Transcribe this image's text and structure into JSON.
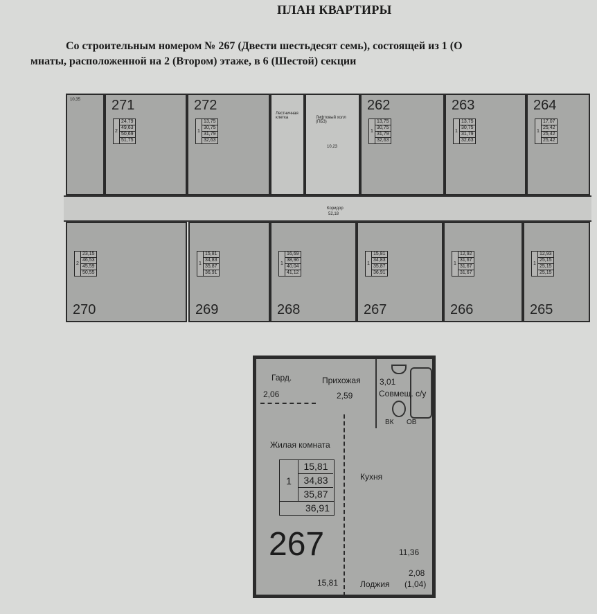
{
  "header": {
    "title": "ПЛАН КВАРТИРЫ",
    "line1": "Со строительным номером № 267 (Двести шестьдесят семь), состоящей из 1 (О",
    "line2": "мнаты, расположенной на 2 (Втором) этаже, в 6 (Шестой) секции"
  },
  "building": {
    "corridor_label": "Коридор",
    "corridor_area": "52,18",
    "stair_label": "Лестничная клетка",
    "lift_label": "Лифтовый холл (ПБЗ)",
    "lift_area": "10,23",
    "kitchen_left_area": "10,35",
    "top": [
      {
        "num": "271",
        "rooms": "2",
        "vals": [
          "24,79",
          "49,63",
          "50,69",
          "51,75"
        ]
      },
      {
        "num": "272",
        "rooms": "1",
        "vals": [
          "13,75",
          "30,75",
          "31,79",
          "32,63"
        ]
      },
      {
        "num": "262",
        "rooms": "1",
        "vals": [
          "13,75",
          "30,75",
          "31,79",
          "32,63"
        ]
      },
      {
        "num": "263",
        "rooms": "1",
        "vals": [
          "13,75",
          "30,75",
          "31,79",
          "32,63"
        ]
      },
      {
        "num": "264",
        "rooms": "1",
        "vals": [
          "17,07",
          "25,42",
          "25,42",
          "25,42"
        ]
      }
    ],
    "bottom": [
      {
        "num": "270",
        "rooms": "2",
        "vals": [
          "23,15",
          "46,53",
          "45,59",
          "50,55"
        ]
      },
      {
        "num": "269",
        "rooms": "1",
        "vals": [
          "15,81",
          "34,83",
          "35,87",
          "36,91"
        ]
      },
      {
        "num": "268",
        "rooms": "1",
        "vals": [
          "16,69",
          "38,96",
          "40,04",
          "41,12"
        ]
      },
      {
        "num": "267",
        "rooms": "1",
        "vals": [
          "15,81",
          "34,83",
          "35,87",
          "36,91"
        ]
      },
      {
        "num": "266",
        "rooms": "1",
        "vals": [
          "12,92",
          "31,67",
          "31,67",
          "31,67"
        ]
      },
      {
        "num": "265",
        "rooms": "1",
        "vals": [
          "12,93",
          "25,15",
          "25,15",
          "25,15"
        ]
      }
    ]
  },
  "plan": {
    "number": "267",
    "rooms": "1",
    "areas": [
      "15,81",
      "34,83",
      "35,87",
      "36,91"
    ],
    "gard_label": "Гард.",
    "gard_area": "2,06",
    "hall_label": "Прихожая",
    "hall_area": "2,59",
    "bath_area": "3,01",
    "bath_label": "Совмещ. с/у",
    "vk_label": "ВК",
    "ov_label": "ОВ",
    "living_label": "Жилая комната",
    "living_area": "15,81",
    "kitchen_label": "Кухня",
    "kitchen_area": "11,36",
    "loggia_label": "Лоджия",
    "loggia_area": "2,08",
    "loggia_reduced": "(1,04)"
  }
}
